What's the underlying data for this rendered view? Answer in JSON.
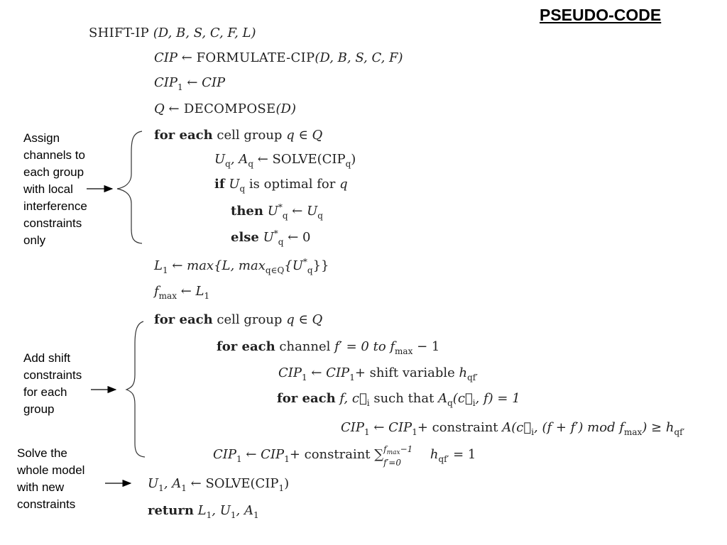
{
  "heading": "PSEUDO-CODE",
  "code": {
    "l1_name": "SHIFT-IP",
    "l1_args": "(D, B, S, C, F, L)",
    "l2_lhs": "CIP",
    "l2_arrow": "←",
    "l2_fn": "FORMULATE-CIP",
    "l2_args": "(D, B, S, C, F)",
    "l3_lhs": "CIP",
    "l3_sub": "1",
    "l3_rhs": "← CIP",
    "l4_lhs": "Q",
    "l4_fn": "← DECOMPOSE",
    "l4_args": "(D)",
    "l5_kw": "for each",
    "l5_text": "cell group",
    "l5_math": "q ∈ Q",
    "l6_a": "U",
    "l6_a_sub": "q",
    "l6_b": ", A",
    "l6_b_sub": "q",
    "l6_fn": "← SOLVE(CIP",
    "l6_fn_sub": "q",
    "l6_end": ")",
    "l7_kw": "if",
    "l7_a": "U",
    "l7_a_sub": "q",
    "l7_text": "is optimal for",
    "l7_q": "q",
    "l8_kw": "then",
    "l8_a": "U",
    "l8_a_sup": "*",
    "l8_a_sub": "q",
    "l8_rhs": "← U",
    "l8_rhs_sub": "q",
    "l9_kw": "else",
    "l9_a": "U",
    "l9_a_sup": "*",
    "l9_a_sub": "q",
    "l9_rhs": "← 0",
    "l10_a": "L",
    "l10_a_sub": "1",
    "l10_mid": "← max{L, max",
    "l10_mid_sub": "q∈Q",
    "l10_u": "{U",
    "l10_u_sup": "*",
    "l10_u_sub": "q",
    "l10_end": "}}",
    "l11_a": "f",
    "l11_a_sub": "max",
    "l11_rhs": "← L",
    "l11_rhs_sub": "1",
    "l12_kw": "for each",
    "l12_text": "cell group",
    "l12_math": "q ∈ Q",
    "l13_kw": "for each",
    "l13_text": "channel",
    "l13_math": "f′ = 0 to f",
    "l13_math_sub": "max",
    "l13_end": "− 1",
    "l14_a": "CIP",
    "l14_a_sub": "1",
    "l14_mid": "← CIP",
    "l14_mid_sub": "1",
    "l14_text": "+ shift variable",
    "l14_h": "h",
    "l14_h_sub": "qf′",
    "l15_kw": "for each",
    "l15_vars": "f, c⃗",
    "l15_vars_sub": "i",
    "l15_text": "such that",
    "l15_a": "A",
    "l15_a_sub": "q",
    "l15_end": "(c⃗",
    "l15_end_sub": "i",
    "l15_tail": ", f) = 1",
    "l16_a": "CIP",
    "l16_a_sub": "1",
    "l16_mid": "← CIP",
    "l16_mid_sub": "1",
    "l16_text": "+ constraint",
    "l16_expr": "A(c⃗",
    "l16_expr_sub": "i",
    "l16_expr2": ", (f + f′) mod f",
    "l16_expr2_sub": "max",
    "l16_end": ") ≥ h",
    "l16_end_sub": "qf′",
    "l17_a": "CIP",
    "l17_a_sub": "1",
    "l17_mid": "← CIP",
    "l17_mid_sub": "1",
    "l17_text": "+ constraint",
    "l17_sum": "∑",
    "l17_sum_sup": "f",
    "l17_sum_sup_sub": "max",
    "l17_sum_sup_end": "−1",
    "l17_sum_sub": "f′=0",
    "l17_h": "h",
    "l17_h_sub": "qf′",
    "l17_end": "= 1",
    "l18_a": "U",
    "l18_a_sub": "1",
    "l18_b": ", A",
    "l18_b_sub": "1",
    "l18_fn": "← SOLVE(CIP",
    "l18_fn_sub": "1",
    "l18_end": ")",
    "l19_kw": "return",
    "l19_a": "L",
    "l19_a_sub": "1",
    "l19_b": ", U",
    "l19_b_sub": "1",
    "l19_c": ", A",
    "l19_c_sub": "1"
  },
  "annotations": {
    "assign": "Assign\nchannels to\neach group\nwith local\ninterference\nconstraints\nonly",
    "shift": "Add shift\nconstraints\nfor each\ngroup",
    "solve": "Solve the\nwhole model\nwith new\nconstraints"
  }
}
